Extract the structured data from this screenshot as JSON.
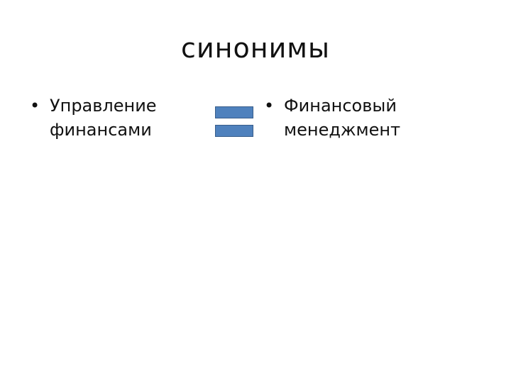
{
  "slide": {
    "title": "синонимы",
    "bullet_symbol": "•",
    "left": {
      "lines": [
        "Управление",
        "финансами"
      ]
    },
    "right": {
      "lines": [
        "Финансовый",
        "менеджмент"
      ]
    },
    "colors": {
      "equals_fill": "#4f81bd",
      "equals_border": "#385d8a",
      "text": "#111111",
      "background": "#ffffff"
    }
  }
}
